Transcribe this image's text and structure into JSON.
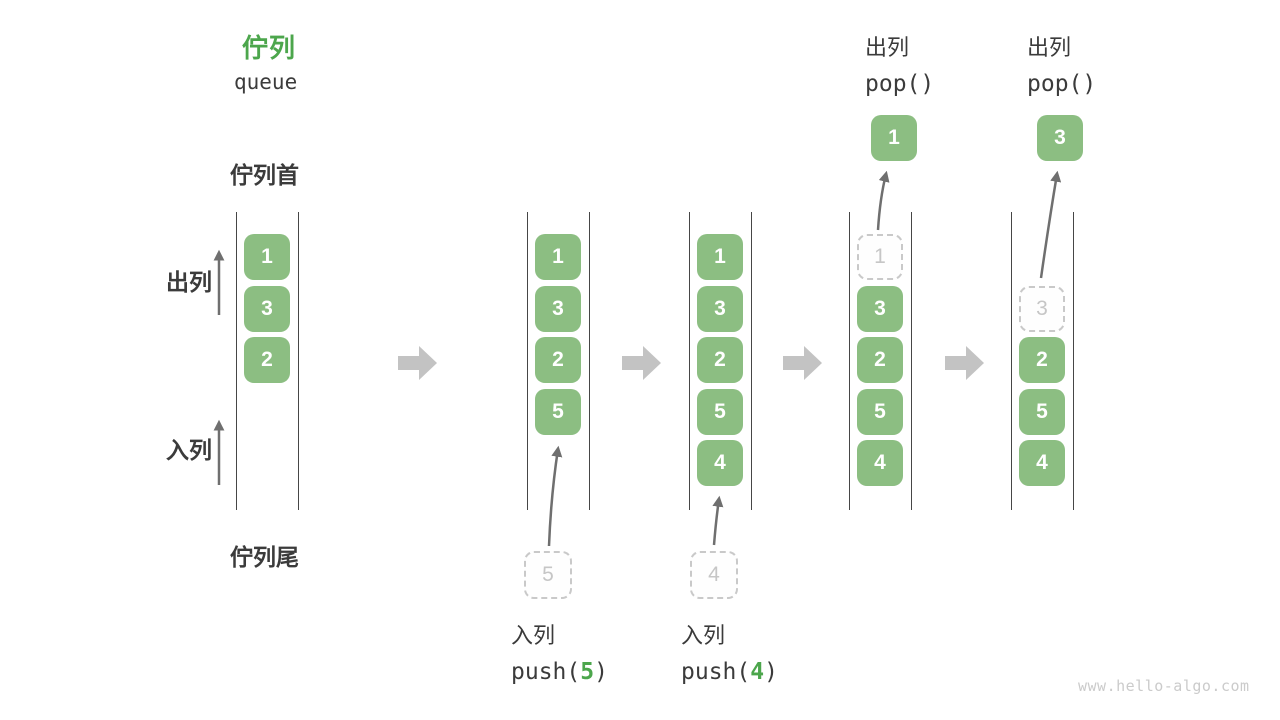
{
  "title": {
    "zh": "佇列",
    "en": "queue"
  },
  "front_label": "佇列首",
  "rear_label": "佇列尾",
  "side": {
    "dequeue": "出列",
    "enqueue": "入列"
  },
  "columns": [
    {
      "items": [
        {
          "value": "1",
          "slot": 0,
          "style": "solid"
        },
        {
          "value": "3",
          "slot": 1,
          "style": "solid"
        },
        {
          "value": "2",
          "slot": 2,
          "style": "solid"
        }
      ]
    },
    {
      "items": [
        {
          "value": "1",
          "slot": 0,
          "style": "solid"
        },
        {
          "value": "3",
          "slot": 1,
          "style": "solid"
        },
        {
          "value": "2",
          "slot": 2,
          "style": "solid"
        },
        {
          "value": "5",
          "slot": 3,
          "style": "solid"
        }
      ]
    },
    {
      "items": [
        {
          "value": "1",
          "slot": 0,
          "style": "solid"
        },
        {
          "value": "3",
          "slot": 1,
          "style": "solid"
        },
        {
          "value": "2",
          "slot": 2,
          "style": "solid"
        },
        {
          "value": "5",
          "slot": 3,
          "style": "solid"
        },
        {
          "value": "4",
          "slot": 4,
          "style": "solid"
        }
      ]
    },
    {
      "items": [
        {
          "value": "1",
          "slot": 0,
          "style": "dashed"
        },
        {
          "value": "3",
          "slot": 1,
          "style": "solid"
        },
        {
          "value": "2",
          "slot": 2,
          "style": "solid"
        },
        {
          "value": "5",
          "slot": 3,
          "style": "solid"
        },
        {
          "value": "4",
          "slot": 4,
          "style": "solid"
        }
      ]
    },
    {
      "items": [
        {
          "value": "3",
          "slot": 1,
          "style": "dashed"
        },
        {
          "value": "2",
          "slot": 2,
          "style": "solid"
        },
        {
          "value": "5",
          "slot": 3,
          "style": "solid"
        },
        {
          "value": "4",
          "slot": 4,
          "style": "solid"
        }
      ]
    }
  ],
  "pushes": [
    {
      "label": "入列",
      "code": {
        "fn": "push(",
        "arg": "5",
        "close": ")"
      },
      "staged_value": "5"
    },
    {
      "label": "入列",
      "code": {
        "fn": "push(",
        "arg": "4",
        "close": ")"
      },
      "staged_value": "4"
    }
  ],
  "pops": [
    {
      "label": "出列",
      "code": "pop()",
      "value": "1"
    },
    {
      "label": "出列",
      "code": "pop()",
      "value": "3"
    }
  ],
  "watermark": "www.hello-algo.com",
  "colors": {
    "box_green": "#8CBE82",
    "title_green": "#4CA64C",
    "dark_text": "#3b3b3b",
    "wall_gray": "#464646",
    "block_arrow_gray": "#c3c3c3",
    "small_arrow_gray": "#6f6f6f",
    "dashed_gray": "#c9c9c9",
    "watermark_gray": "#cbcbcb"
  }
}
